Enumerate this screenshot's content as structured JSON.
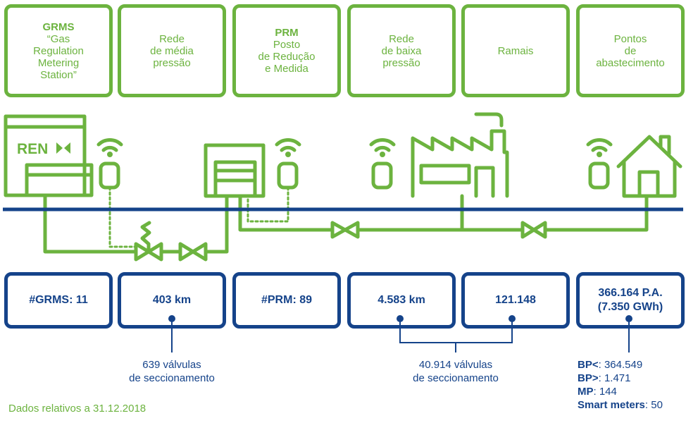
{
  "top_boxes": [
    {
      "title": "GRMS",
      "lines": [
        "“Gas",
        "Regulation",
        "Metering",
        "Station”"
      ]
    },
    {
      "title": "",
      "lines": [
        "Rede",
        "de média",
        "pressão"
      ]
    },
    {
      "title": "PRM",
      "lines": [
        "Posto",
        "de Redução",
        "e Medida"
      ]
    },
    {
      "title": "",
      "lines": [
        "Rede",
        "de baixa",
        "pressão"
      ]
    },
    {
      "title": "",
      "lines": [
        "Ramais"
      ]
    },
    {
      "title": "",
      "lines": [
        "Pontos",
        "de",
        "abastecimento"
      ]
    }
  ],
  "ren_label": "REN",
  "bottom_boxes": [
    {
      "lines": [
        "#GRMS: 11"
      ]
    },
    {
      "lines": [
        "403 km"
      ]
    },
    {
      "lines": [
        "#PRM: 89"
      ]
    },
    {
      "lines": [
        "4.583 km"
      ]
    },
    {
      "lines": [
        "121.148"
      ]
    },
    {
      "lines": [
        "366.164 P.A.",
        "(7.350 GWh)"
      ]
    }
  ],
  "notes": {
    "mid_pressure": [
      "639 válvulas",
      "de seccionamento"
    ],
    "low_pressure": [
      "40.914 válvulas",
      "de seccionamento"
    ],
    "supply_points": [
      {
        "key": "BP<",
        "value": ": 364.549"
      },
      {
        "key": "BP>",
        "value": ": 1.471"
      },
      {
        "key": "MP",
        "value": ": 144"
      },
      {
        "key": "Smart meters",
        "value": ": 50"
      }
    ]
  },
  "footer": "Dados relativos a 31.12.2018",
  "colors": {
    "green": "#6cb33f",
    "blue": "#15438a"
  }
}
